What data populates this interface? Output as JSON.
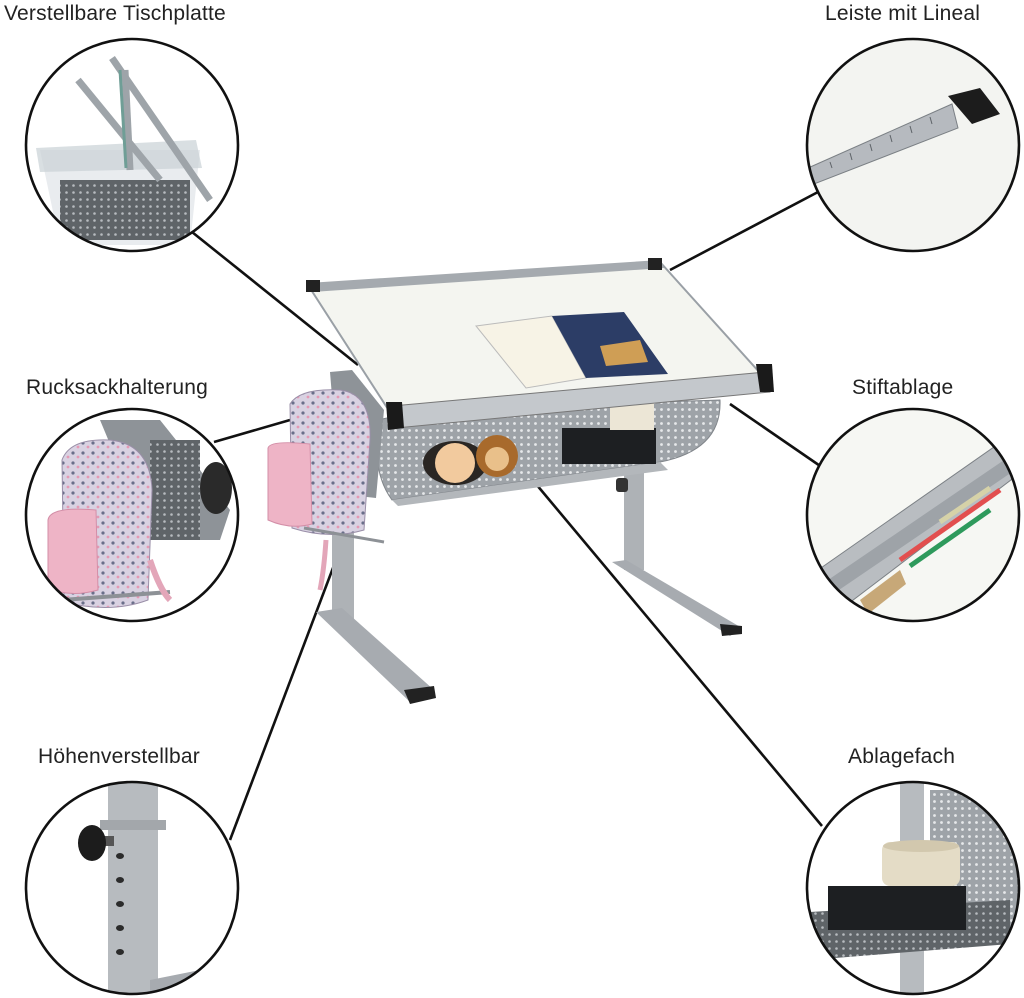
{
  "labels": {
    "tabletop": "Verstellbare Tischplatte",
    "ruler": "Leiste mit Lineal",
    "backpack": "Rucksackhalterung",
    "pen_tray": "Stiftablage",
    "height": "Höhenverstellbar",
    "shelf": "Ablagefach"
  },
  "colors": {
    "line": "#111111",
    "desk_top": "#f4f5f0",
    "metal": "#b8bcc0",
    "metal_dark": "#8d9196",
    "backpack_pink": "#eeb4c6",
    "backpack_print": "#c9bfd4"
  }
}
